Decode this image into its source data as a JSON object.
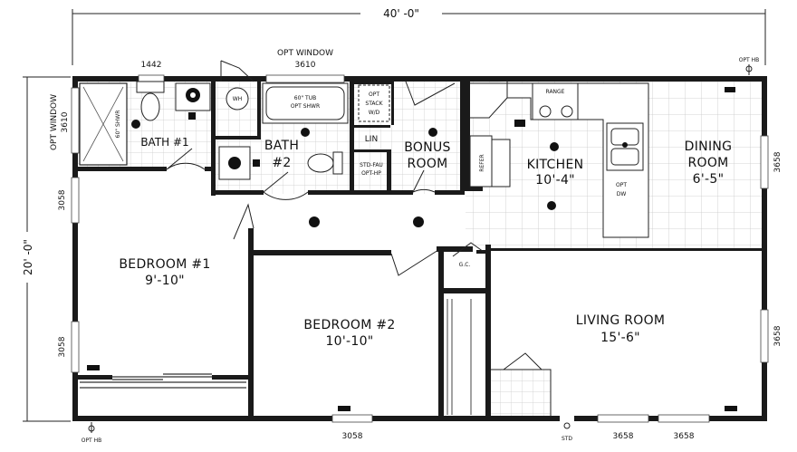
{
  "plan": {
    "overall_width": "40' -0\"",
    "overall_depth": "20' -0\"",
    "rooms": {
      "bath1": "BATH #1",
      "bath2_line1": "BATH",
      "bath2_line2": "#2",
      "bonus_line1": "BONUS",
      "bonus_line2": "ROOM",
      "kitchen_name": "KITCHEN",
      "kitchen_size": "10'-4\"",
      "dining_line1": "DINING",
      "dining_line2": "ROOM",
      "dining_size": "6'-5\"",
      "bedroom1_name": "BEDROOM #1",
      "bedroom1_size": "9'-10\"",
      "bedroom2_name": "BEDROOM #2",
      "bedroom2_size": "10'-10\"",
      "living_name": "LIVING ROOM",
      "living_size": "15'-6\""
    },
    "fixtures": {
      "tub_line1": "60\" TUB",
      "tub_line2": "OPT SHWR",
      "shower": "60\" SHWR",
      "stack_line1": "OPT",
      "stack_line2": "STACK",
      "stack_line3": "W/D",
      "lin": "LIN",
      "fau_line1": "STD-FAU",
      "fau_line2": "OPT-HP",
      "range": "RANGE",
      "refer": "REFER",
      "dw_line1": "OPT",
      "dw_line2": "DW",
      "wh": "WH",
      "gc": "G.C."
    },
    "windows": {
      "top_bath1": "1442",
      "top_bath2_label": "OPT WINDOW",
      "top_bath2_size": "3610",
      "left_bath_label": "OPT WINDOW",
      "left_bath_size": "3610",
      "left_bed1_top": "3058",
      "left_bed1_bottom": "3058",
      "right_dining": "3658",
      "right_living": "3658",
      "bottom_bed2": "3058",
      "bottom_living_a": "3658",
      "bottom_living_b": "3658"
    },
    "markers": {
      "hb_top_right": "OPT HB",
      "hb_bottom_left": "OPT HB",
      "std_bottom": "STD"
    }
  }
}
